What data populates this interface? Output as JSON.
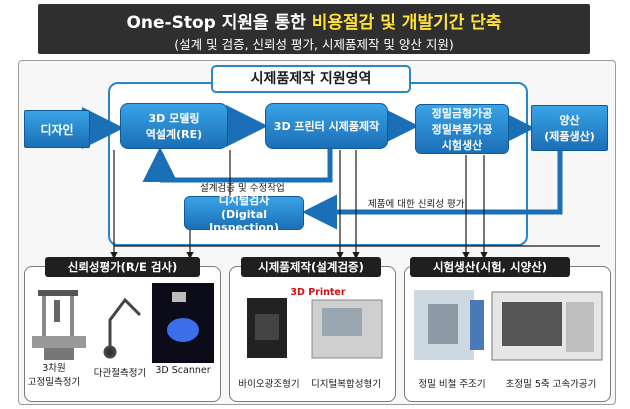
{
  "header": {
    "line1_prefix": "One-Stop 지원을 통한 ",
    "line1_highlight": "비용절감 및 개발기간 단축",
    "line2": "(설계 및 검증, 신뢰성 평가, 시제품제작 및 양산 지원)"
  },
  "area_title": "시제품제작 지원영역",
  "boxes": {
    "design": "디자인",
    "model_line1": "3D 모델링",
    "model_line2": "역설계(RE)",
    "print": "3D 프린터 시제품제작",
    "metal_line1": "정밀금형가공",
    "metal_line2": "정밀부품가공",
    "metal_line3": "시험생산",
    "mass_line1": "양산",
    "mass_line2": "(제품생산)",
    "digital_line1": "디지털검사",
    "digital_line2": "(Digital Inspection)"
  },
  "labels": {
    "verify": "설계검증 및 수정작업",
    "reliability_eval": "제품에 대한 신뢰성 평가"
  },
  "bottom": {
    "reliability": {
      "title": "신뢰성평가(R/E 검사)",
      "items": [
        "3차원\n고정밀측정기",
        "다관절측정기",
        "3D Scanner"
      ]
    },
    "prototype": {
      "title": "시제품제작(설계검증)",
      "printer_label": "3D Printer",
      "items": [
        "바이오광조형기",
        "디지털복합성형기"
      ]
    },
    "trial": {
      "title": "시험생산(시험, 시양산)",
      "items": [
        "정밀 비철 주조기",
        "초정밀 5축 고속가공기"
      ]
    }
  },
  "colors": {
    "box_blue": "#2a86c8",
    "header_bg": "#2f2f2f",
    "highlight": "#ffe33a"
  }
}
